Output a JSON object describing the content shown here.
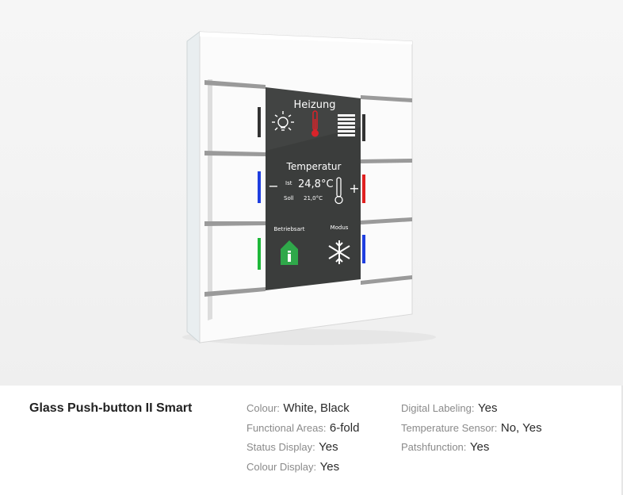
{
  "product": {
    "name": "Glass Push-button II Smart"
  },
  "specs": {
    "column1": [
      {
        "label": "Colour:",
        "value": "White, Black"
      },
      {
        "label": "Functional Areas:",
        "value": "6-fold"
      },
      {
        "label": "Status Display:",
        "value": "Yes"
      },
      {
        "label": "Colour Display:",
        "value": "Yes"
      }
    ],
    "column2": [
      {
        "label": "Digital Labeling:",
        "value": "Yes"
      },
      {
        "label": "Temperature Sensor:",
        "value": "No, Yes"
      },
      {
        "label": "Patshfunction:",
        "value": "Yes"
      }
    ]
  },
  "display": {
    "heading": "Heizung",
    "temp_title": "Temperatur",
    "ist_label": "Ist",
    "ist_value": "24,8°C",
    "soll_label": "Soll",
    "soll_value": "21,0°C",
    "minus": "−",
    "plus": "+",
    "mode_left": "Betriebsart",
    "mode_right": "Modus"
  },
  "colors": {
    "led_blue": "#1f3fe0",
    "led_red": "#e02020",
    "led_green": "#1fb83a",
    "led_dark": "#333333",
    "screen": "#3b3d3c",
    "thermometer_red": "#d9232a",
    "house_green": "#2fa84a"
  }
}
